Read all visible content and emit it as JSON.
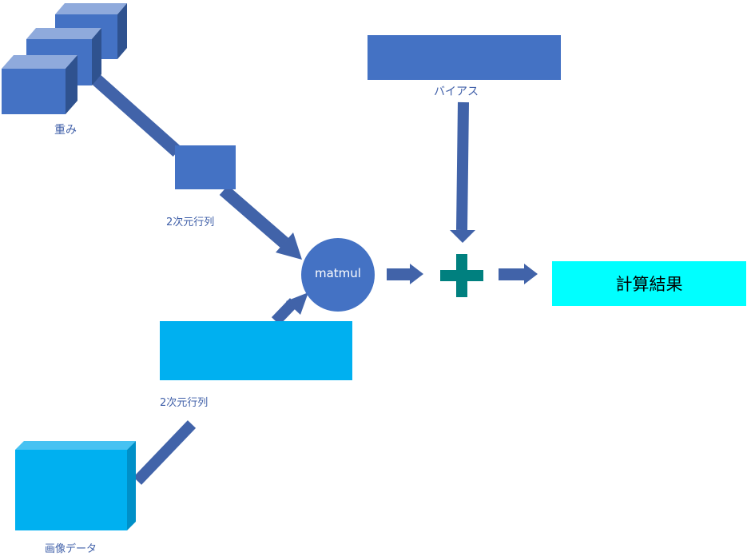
{
  "labels": {
    "weights": "重み",
    "matrix_top": "2次元行列",
    "matrix_bottom": "2次元行列",
    "image_data": "画像データ",
    "bias": "バイアス",
    "matmul": "matmul",
    "result": "計算結果"
  },
  "colors": {
    "blue": "#4472c4",
    "blue_dark": "#2f528f",
    "cyan": "#00b0f0",
    "result_bg": "#00ffff",
    "plus": "#00807f",
    "arrow": "#4163a9"
  },
  "icons": {
    "weights": "stacked-cubes-icon",
    "image_data": "cube-icon",
    "plus": "plus-icon"
  }
}
